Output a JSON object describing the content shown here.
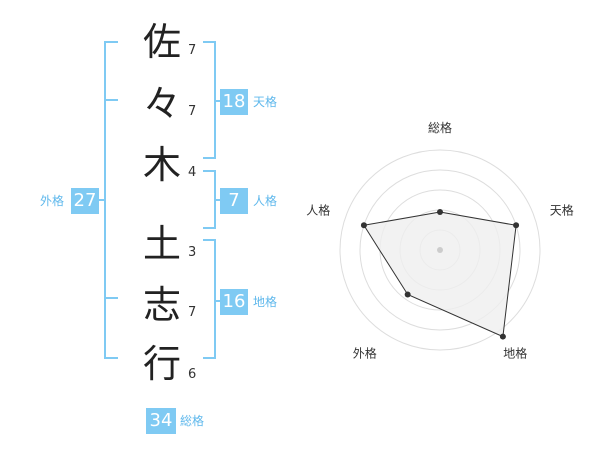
{
  "chars": [
    {
      "char": "佐",
      "strokes": "7"
    },
    {
      "char": "々",
      "strokes": "7"
    },
    {
      "char": "木",
      "strokes": "4"
    },
    {
      "char": "土",
      "strokes": "3"
    },
    {
      "char": "志",
      "strokes": "7"
    },
    {
      "char": "行",
      "strokes": "6"
    }
  ],
  "kaku": {
    "tenkaku": {
      "value": "18",
      "label": "天格"
    },
    "jinkaku": {
      "value": "7",
      "label": "人格"
    },
    "chikaku": {
      "value": "16",
      "label": "地格"
    },
    "gaikaku": {
      "value": "27",
      "label": "外格"
    },
    "soukaku": {
      "value": "34",
      "label": "総格"
    }
  },
  "radar": {
    "axes": [
      "総格",
      "天格",
      "地格",
      "外格",
      "人格"
    ],
    "levels": 5,
    "values": [
      0.38,
      0.8,
      1.07,
      0.55,
      0.8
    ],
    "colors": {
      "grid": "#dddddd",
      "fill": "#efefef",
      "line": "#333333",
      "point": "#333333",
      "center": "#cccccc"
    }
  },
  "colors": {
    "accent": "#7fcaf3",
    "accent_text": "#5fb8ec"
  }
}
